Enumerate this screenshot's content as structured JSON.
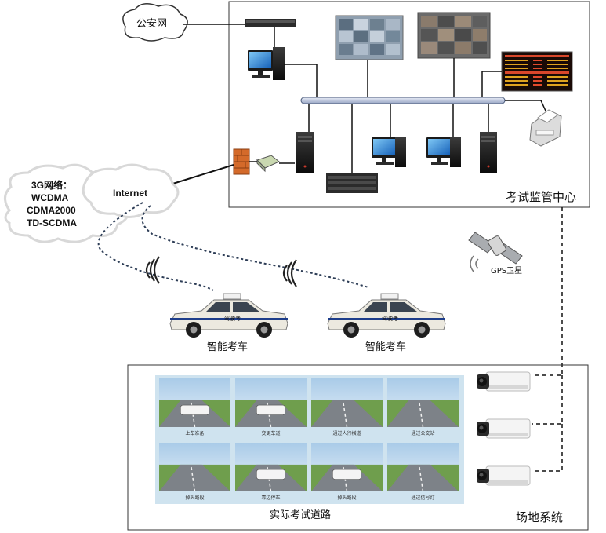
{
  "public_network": {
    "label": "公安网"
  },
  "internet": {
    "label": "Internet"
  },
  "cellular": {
    "lines": [
      "3G网络：",
      "WCDMA",
      "CDMA2000",
      "TD-SCDMA"
    ]
  },
  "monitoring_center": {
    "label": "考试监管中心"
  },
  "gps": {
    "label": "GPS卫星"
  },
  "cars": [
    {
      "label": "智能考车",
      "plate": "驾驶考"
    },
    {
      "label": "智能考车",
      "plate": "驾驶考"
    }
  ],
  "field_system": {
    "label": "场地系统"
  },
  "road_panel": {
    "caption": "实际考试道路",
    "photos": [
      {
        "caption": "上车准备"
      },
      {
        "caption": "变更车道"
      },
      {
        "caption": "通过人行横道"
      },
      {
        "caption": "通过公交站"
      },
      {
        "caption": "掉头路段"
      },
      {
        "caption": "靠边停车"
      },
      {
        "caption": "掉头路段"
      },
      {
        "caption": "通过信号灯"
      }
    ]
  },
  "colors": {
    "bus": "#b9c3d9",
    "sky": "#cfe3f3",
    "road": "#7d8288",
    "grass": "#6f9e4d",
    "panel_bg": "#cfe3ef"
  }
}
